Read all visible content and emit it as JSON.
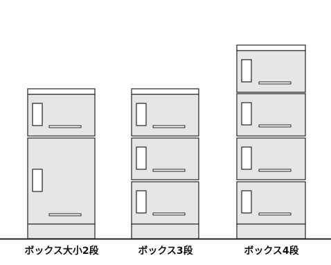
{
  "colors": {
    "body": "#e6e6e6",
    "base": "#e6e6e6",
    "outline": "#222222",
    "top_band": "#ffffff",
    "floor": "#222222"
  },
  "units": [
    {
      "id": "large-small-2",
      "label": "ボックス大小2段",
      "boxes": [
        {
          "size": "small",
          "handle": "slot-handle",
          "latch": "latch-icon"
        },
        {
          "size": "large",
          "handle": "slot-handle",
          "latch": "latch-icon"
        }
      ]
    },
    {
      "id": "three-tier",
      "label": "ボックス3段",
      "boxes": [
        {
          "size": "small",
          "handle": "slot-handle",
          "latch": "latch-icon"
        },
        {
          "size": "small",
          "handle": "slot-handle",
          "latch": "latch-icon"
        },
        {
          "size": "small",
          "handle": "slot-handle",
          "latch": "latch-icon"
        }
      ]
    },
    {
      "id": "four-tier",
      "label": "ボックス4段",
      "boxes": [
        {
          "size": "small",
          "handle": "slot-handle",
          "latch": "latch-icon"
        },
        {
          "size": "small",
          "handle": "slot-handle",
          "latch": "latch-icon"
        },
        {
          "size": "small",
          "handle": "slot-handle",
          "latch": "latch-icon"
        },
        {
          "size": "small",
          "handle": "slot-handle",
          "latch": "latch-icon"
        }
      ]
    }
  ]
}
